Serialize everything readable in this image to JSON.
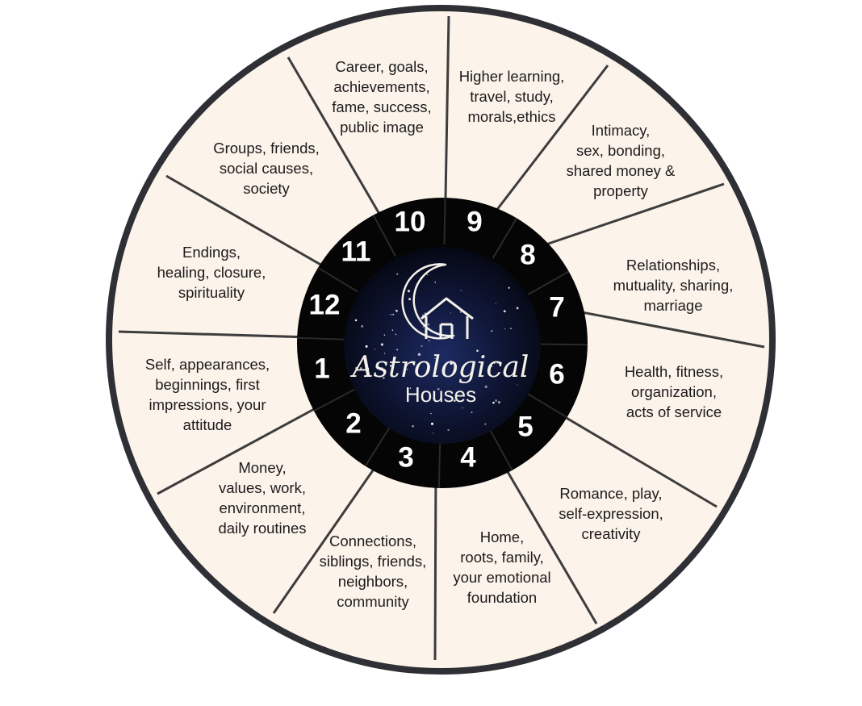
{
  "title": {
    "line1": "Astrological",
    "line2": "Houses"
  },
  "colors": {
    "segment_fill": "#fcf3ea",
    "outer_ring": "#2e3035",
    "divider": "#3d3d3d",
    "number_ring": "#050505",
    "center_glow": "#1d2b63",
    "center_dark": "#050813",
    "text": "#1c1c1c",
    "number_text": "#ffffff"
  },
  "icons": {
    "center": "moon-house-icon"
  },
  "houses": [
    {
      "number": "1",
      "lines": [
        "Self, appearances,",
        "beginnings, first",
        "impressions, your",
        "attitude"
      ]
    },
    {
      "number": "2",
      "lines": [
        "Money,",
        "values, work,",
        "environment,",
        "daily routines"
      ]
    },
    {
      "number": "3",
      "lines": [
        "Connections,",
        "siblings, friends,",
        "neighbors,",
        "community"
      ]
    },
    {
      "number": "4",
      "lines": [
        "Home,",
        "roots, family,",
        "your emotional",
        "foundation"
      ]
    },
    {
      "number": "5",
      "lines": [
        "Romance, play,",
        "self-expression,",
        "creativity"
      ]
    },
    {
      "number": "6",
      "lines": [
        "Health, fitness,",
        "organization,",
        "acts of service"
      ]
    },
    {
      "number": "7",
      "lines": [
        "Relationships,",
        "mutuality, sharing,",
        "marriage"
      ]
    },
    {
      "number": "8",
      "lines": [
        "Intimacy,",
        "sex, bonding,",
        "shared money &",
        "property"
      ]
    },
    {
      "number": "9",
      "lines": [
        "Higher learning,",
        "travel, study,",
        "morals,ethics"
      ]
    },
    {
      "number": "10",
      "lines": [
        "Career, goals,",
        "achievements,",
        "fame, success,",
        "public image"
      ]
    },
    {
      "number": "11",
      "lines": [
        "Groups, friends,",
        "social causes,",
        "society"
      ]
    },
    {
      "number": "12",
      "lines": [
        "Endings,",
        "healing, closure,",
        "spirituality"
      ]
    }
  ]
}
